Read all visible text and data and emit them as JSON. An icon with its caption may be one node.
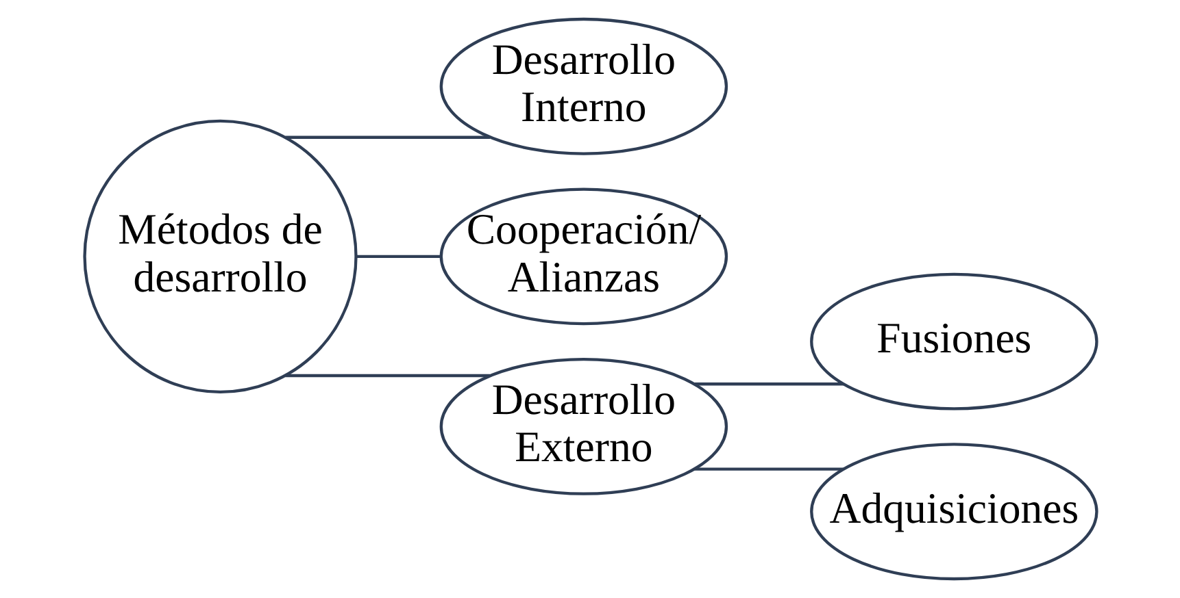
{
  "diagram": {
    "nodes": [
      {
        "text": [
          "Métodos de desarrollo"
        ]
      },
      {
        "text": [
          "Desarrollo Interno"
        ]
      },
      {
        "text": [
          "Cooperación/ Alianzas"
        ]
      },
      {
        "text": [
          "Desarrollo Externo"
        ]
      },
      {
        "text": [
          "Fusiones"
        ]
      },
      {
        "text": [
          "Adquisiciones"
        ]
      }
    ],
    "edges": [
      {
        "from": 0,
        "to": 1,
        "arrow": "none"
      },
      {
        "from": 0,
        "to": 2,
        "arrow": "none"
      },
      {
        "from": 0,
        "to": 3,
        "arrow": "none"
      },
      {
        "from": 3,
        "to": 4,
        "arrow": "none"
      },
      {
        "from": 3,
        "to": 5,
        "arrow": "none"
      }
    ]
  }
}
